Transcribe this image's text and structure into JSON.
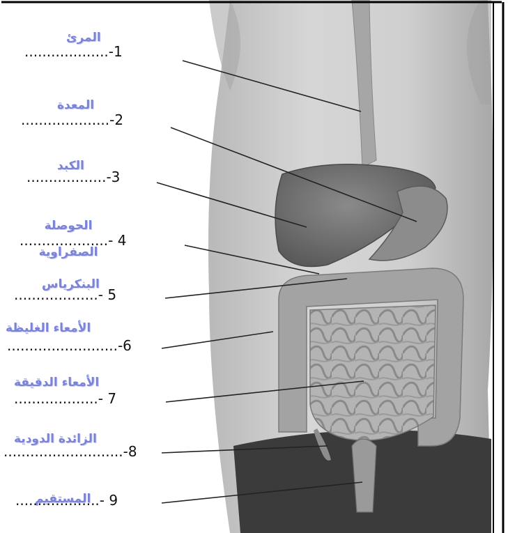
{
  "labels": [
    {
      "number": "-1",
      "dots": "...................",
      "name": "المرئ"
    },
    {
      "number": "-2",
      "dots": "....................",
      "name": "المعدة"
    },
    {
      "number": "-3",
      "dots": "..................",
      "name": "الكبد"
    },
    {
      "number": "- 4",
      "dots": "....................",
      "name": "الحوصلة الصفراوية"
    },
    {
      "number": "- 5",
      "dots": "...................",
      "name": "البنكرياس"
    },
    {
      "number": "-6",
      "dots": ".........................",
      "name": "الأمعاء الغليظة"
    },
    {
      "number": "- 7",
      "dots": "...................",
      "name": "الأمعاء الدقيقة"
    },
    {
      "number": "-8",
      "dots": "...........................",
      "name": "الزائدة الدودية"
    },
    {
      "number": "- 9",
      "dots": "...................",
      "name": "المستقيم"
    }
  ],
  "colors": {
    "label": "#7b83d6",
    "body_skin": "#c9c9c9",
    "body_shadow": "#9e9e9e",
    "organ": "#8f8f8f",
    "intestine": "#b3b3b3",
    "shorts": "#3a3a3a",
    "frame": "#000000"
  }
}
